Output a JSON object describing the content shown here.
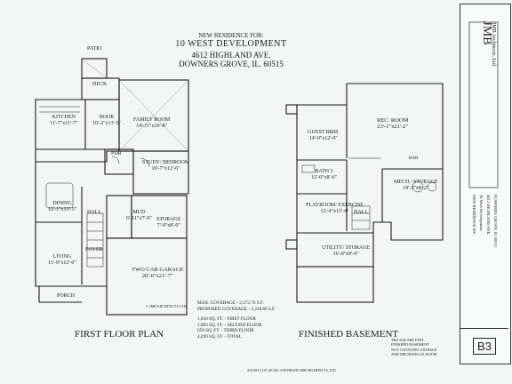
{
  "header": {
    "line1": "NEW RESIDENCE FOR:",
    "line2": "10 WEST DEVELOPMENT",
    "line3": "4612 HIGHLAND AVE.",
    "line4": "DOWNERS GROVE, IL. 60515"
  },
  "first_floor": {
    "title": "FIRST FLOOR PLAN",
    "rooms": {
      "patio": "PATIO",
      "deck": "DECK",
      "kitchen": {
        "name": "KITCHEN",
        "dim": "11'-7\"x11'-7\""
      },
      "nook": {
        "name": "NOOK",
        "dim": "10'-2\"x13'-5\""
      },
      "family": {
        "name": "FAMILY ROOM",
        "dim": "14'-11\"x16'-8\""
      },
      "pdr": "PDR",
      "study": {
        "name": "STUDY/ BEDROOM",
        "dim": "10'-7\"x12'-6\""
      },
      "dining": {
        "name": "DINING",
        "dim": "12'-1\"x13'-5\""
      },
      "hall": "HALL",
      "mud": {
        "name": "MUD",
        "dim": "6'-11\"x7'-9\""
      },
      "storage": {
        "name": "STORAGE",
        "dim": "7'-9\"x8'-0\""
      },
      "living": {
        "name": "LIVING",
        "dim": "11'-9\"x12'-0\""
      },
      "foyer": "FOYER",
      "garage": {
        "name": "TWO CAR GARAGE",
        "dim": "20'-6\"x21'-7\""
      },
      "porch": "PORCH"
    },
    "copyright": "© JMB ARCHITECTS LTD."
  },
  "basement": {
    "title": "FINISHED BASEMENT",
    "rooms": {
      "guest": {
        "name": "GUEST BRM.",
        "dim": "14'-0\"x12'-0\""
      },
      "rec": {
        "name": "REC. ROOM",
        "dim": "23'-1\"x21'-2\""
      },
      "bath": {
        "name": "BATH 5",
        "dim": "12'-0\"x8'-6\""
      },
      "bar": "BAR",
      "mech": {
        "name": "MECH / STORAGE",
        "dim": "19'-3\"x8'-2\""
      },
      "play": {
        "name": "PLAYROOM/ EXERCISE",
        "dim": "12'-4\"x13'-4\""
      },
      "hall": "HALL",
      "utility": {
        "name": "UTILITY/ STORAGE",
        "dim": "16'-8\"x9'-9\""
      }
    },
    "notes": [
      "TBA SQUARE FEET",
      "FINISHED BASEMENT",
      "NOT COUNTING STORAGE",
      "AND MECHANICAL ROOM"
    ]
  },
  "summary": {
    "coverage": [
      "MAX. COVERAGE - 2,272.76 S.F.",
      "PROPOSED COVERAGE - 2,238.86 S.F."
    ],
    "areas": [
      "1,658 SQ. FT. - FIRST FLOOR",
      "1,983 SQ. FT. - SECOND FLOOR",
      "658 SQ. FT. - THIRD FLOOR",
      "4,299 SQ. FT. - TOTAL"
    ]
  },
  "title_block": {
    "firm": "JMB Architects, Ltd.",
    "project_lines": [
      "NEW RESIDENCE BY:",
      "10 West Development",
      "4612 HIGHLAND AVE.",
      "DOWNERS GROVE, IL 60515"
    ],
    "sheet": "B3"
  },
  "footer": "4/3/2018 11:07:48 AM, COPYRIGHT JMB ARCHITECTS, LTD."
}
